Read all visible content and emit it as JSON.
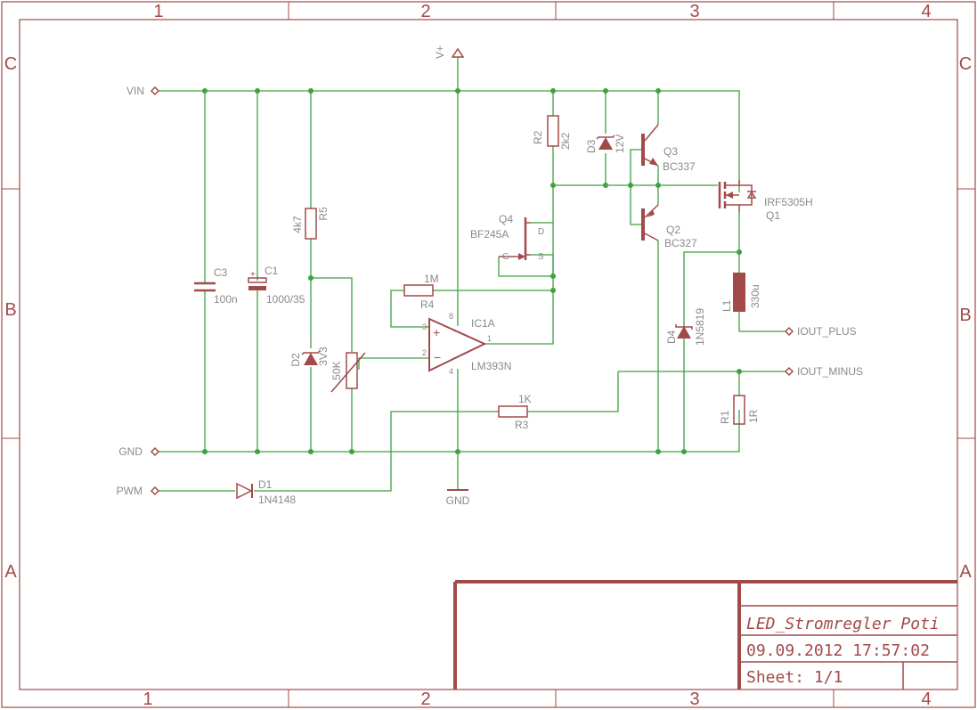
{
  "grid": {
    "columns": [
      "1",
      "2",
      "3",
      "4"
    ],
    "rows": [
      "C",
      "B",
      "A"
    ]
  },
  "title_block": {
    "title": "LED_Stromregler Poti",
    "datetime": "09.09.2012 17:57:02",
    "sheet": "Sheet: 1/1"
  },
  "nets": {
    "vin": "VIN",
    "gnd": "GND",
    "pwm": "PWM",
    "iout_plus": "IOUT_PLUS",
    "iout_minus": "IOUT_MINUS",
    "vplus": "V+",
    "gnd_sym": "GND"
  },
  "parts": {
    "c3": {
      "name": "C3",
      "value": "100n"
    },
    "c1": {
      "name": "C1",
      "value": "1000/35"
    },
    "r5": {
      "name": "R5",
      "value": "4k7"
    },
    "d2": {
      "name": "D2",
      "value": "3V3"
    },
    "pot": {
      "value": "50K"
    },
    "r4": {
      "name": "R4",
      "value": "1M"
    },
    "ic1a": {
      "name": "IC1A",
      "value": "LM393N",
      "pin3": "3",
      "pin2": "2",
      "pin8": "8",
      "pin4": "4",
      "pin1": "1",
      "plus": "+",
      "minus": "−"
    },
    "q4": {
      "name": "Q4",
      "value": "BF245A",
      "g": "G",
      "d": "D",
      "s": "S"
    },
    "r2": {
      "name": "R2",
      "value": "2k2"
    },
    "d3": {
      "name": "D3",
      "value": "12V"
    },
    "q3": {
      "name": "Q3",
      "value": "BC337"
    },
    "q2": {
      "name": "Q2",
      "value": "BC327"
    },
    "q1": {
      "name": "Q1",
      "value": "IRF5305H"
    },
    "l1": {
      "name": "L1",
      "value": "330u"
    },
    "d4": {
      "name": "D4",
      "value": "1N5819"
    },
    "r1": {
      "name": "R1",
      "value": "1R"
    },
    "r3": {
      "name": "R3",
      "value": "1K"
    },
    "d1": {
      "name": "D1",
      "value": "1N4148"
    }
  }
}
